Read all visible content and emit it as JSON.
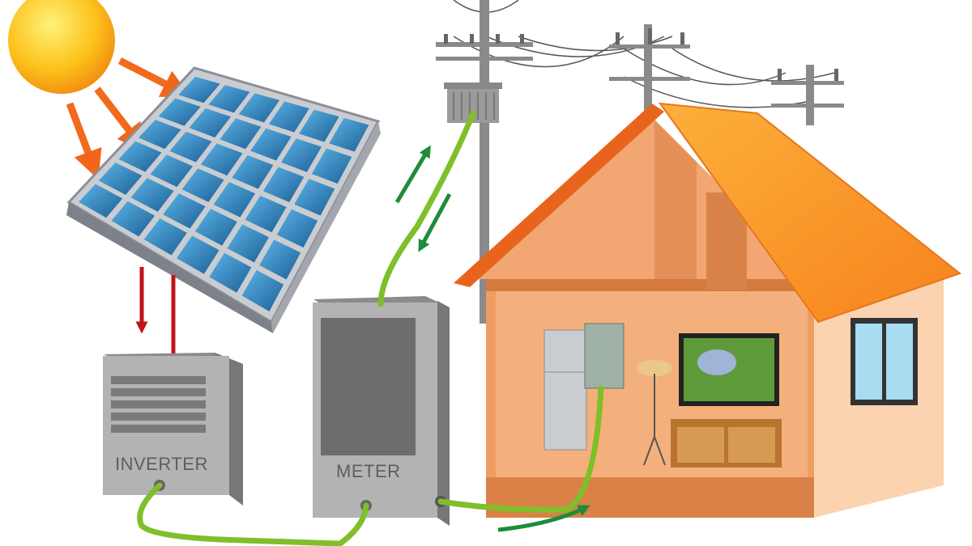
{
  "labels": {
    "inverter": "INVERTER",
    "meter": "METER"
  },
  "colors": {
    "sun": "#f8b61c",
    "sun_ray_arrow": "#f26a1b",
    "dc_arrow": "#c0141a",
    "cable": "#7fbf2a",
    "flow_arrow": "#1e8c3a",
    "roof": "#f7941d",
    "wall": "#f2a672",
    "panel_cell": "#2a7fbf",
    "device_gray": "#a8a8a8"
  },
  "icons": [
    "sun-icon",
    "solar-panel",
    "inverter-box",
    "meter-box",
    "utility-pole",
    "transformer",
    "house",
    "refrigerator",
    "breaker-box",
    "floor-lamp",
    "television",
    "cabinet",
    "window"
  ]
}
